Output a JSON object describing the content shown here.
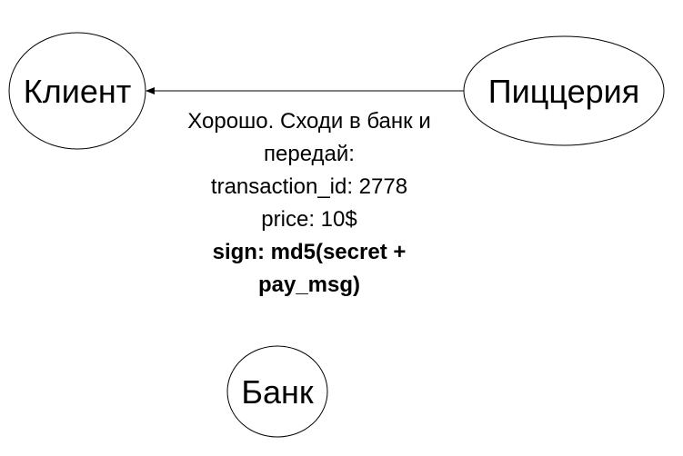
{
  "nodes": {
    "client": {
      "label": "Клиент"
    },
    "pizzeria": {
      "label": "Пиццерия"
    },
    "bank": {
      "label": "Банк"
    }
  },
  "message": {
    "lines": [
      "Хорошо. Сходи в банк и",
      "передай:",
      "transaction_id: 2778",
      "price: 10$",
      "sign: md5(secret +",
      "pay_msg)"
    ]
  },
  "colors": {
    "stroke": "#000000",
    "background": "#ffffff"
  }
}
